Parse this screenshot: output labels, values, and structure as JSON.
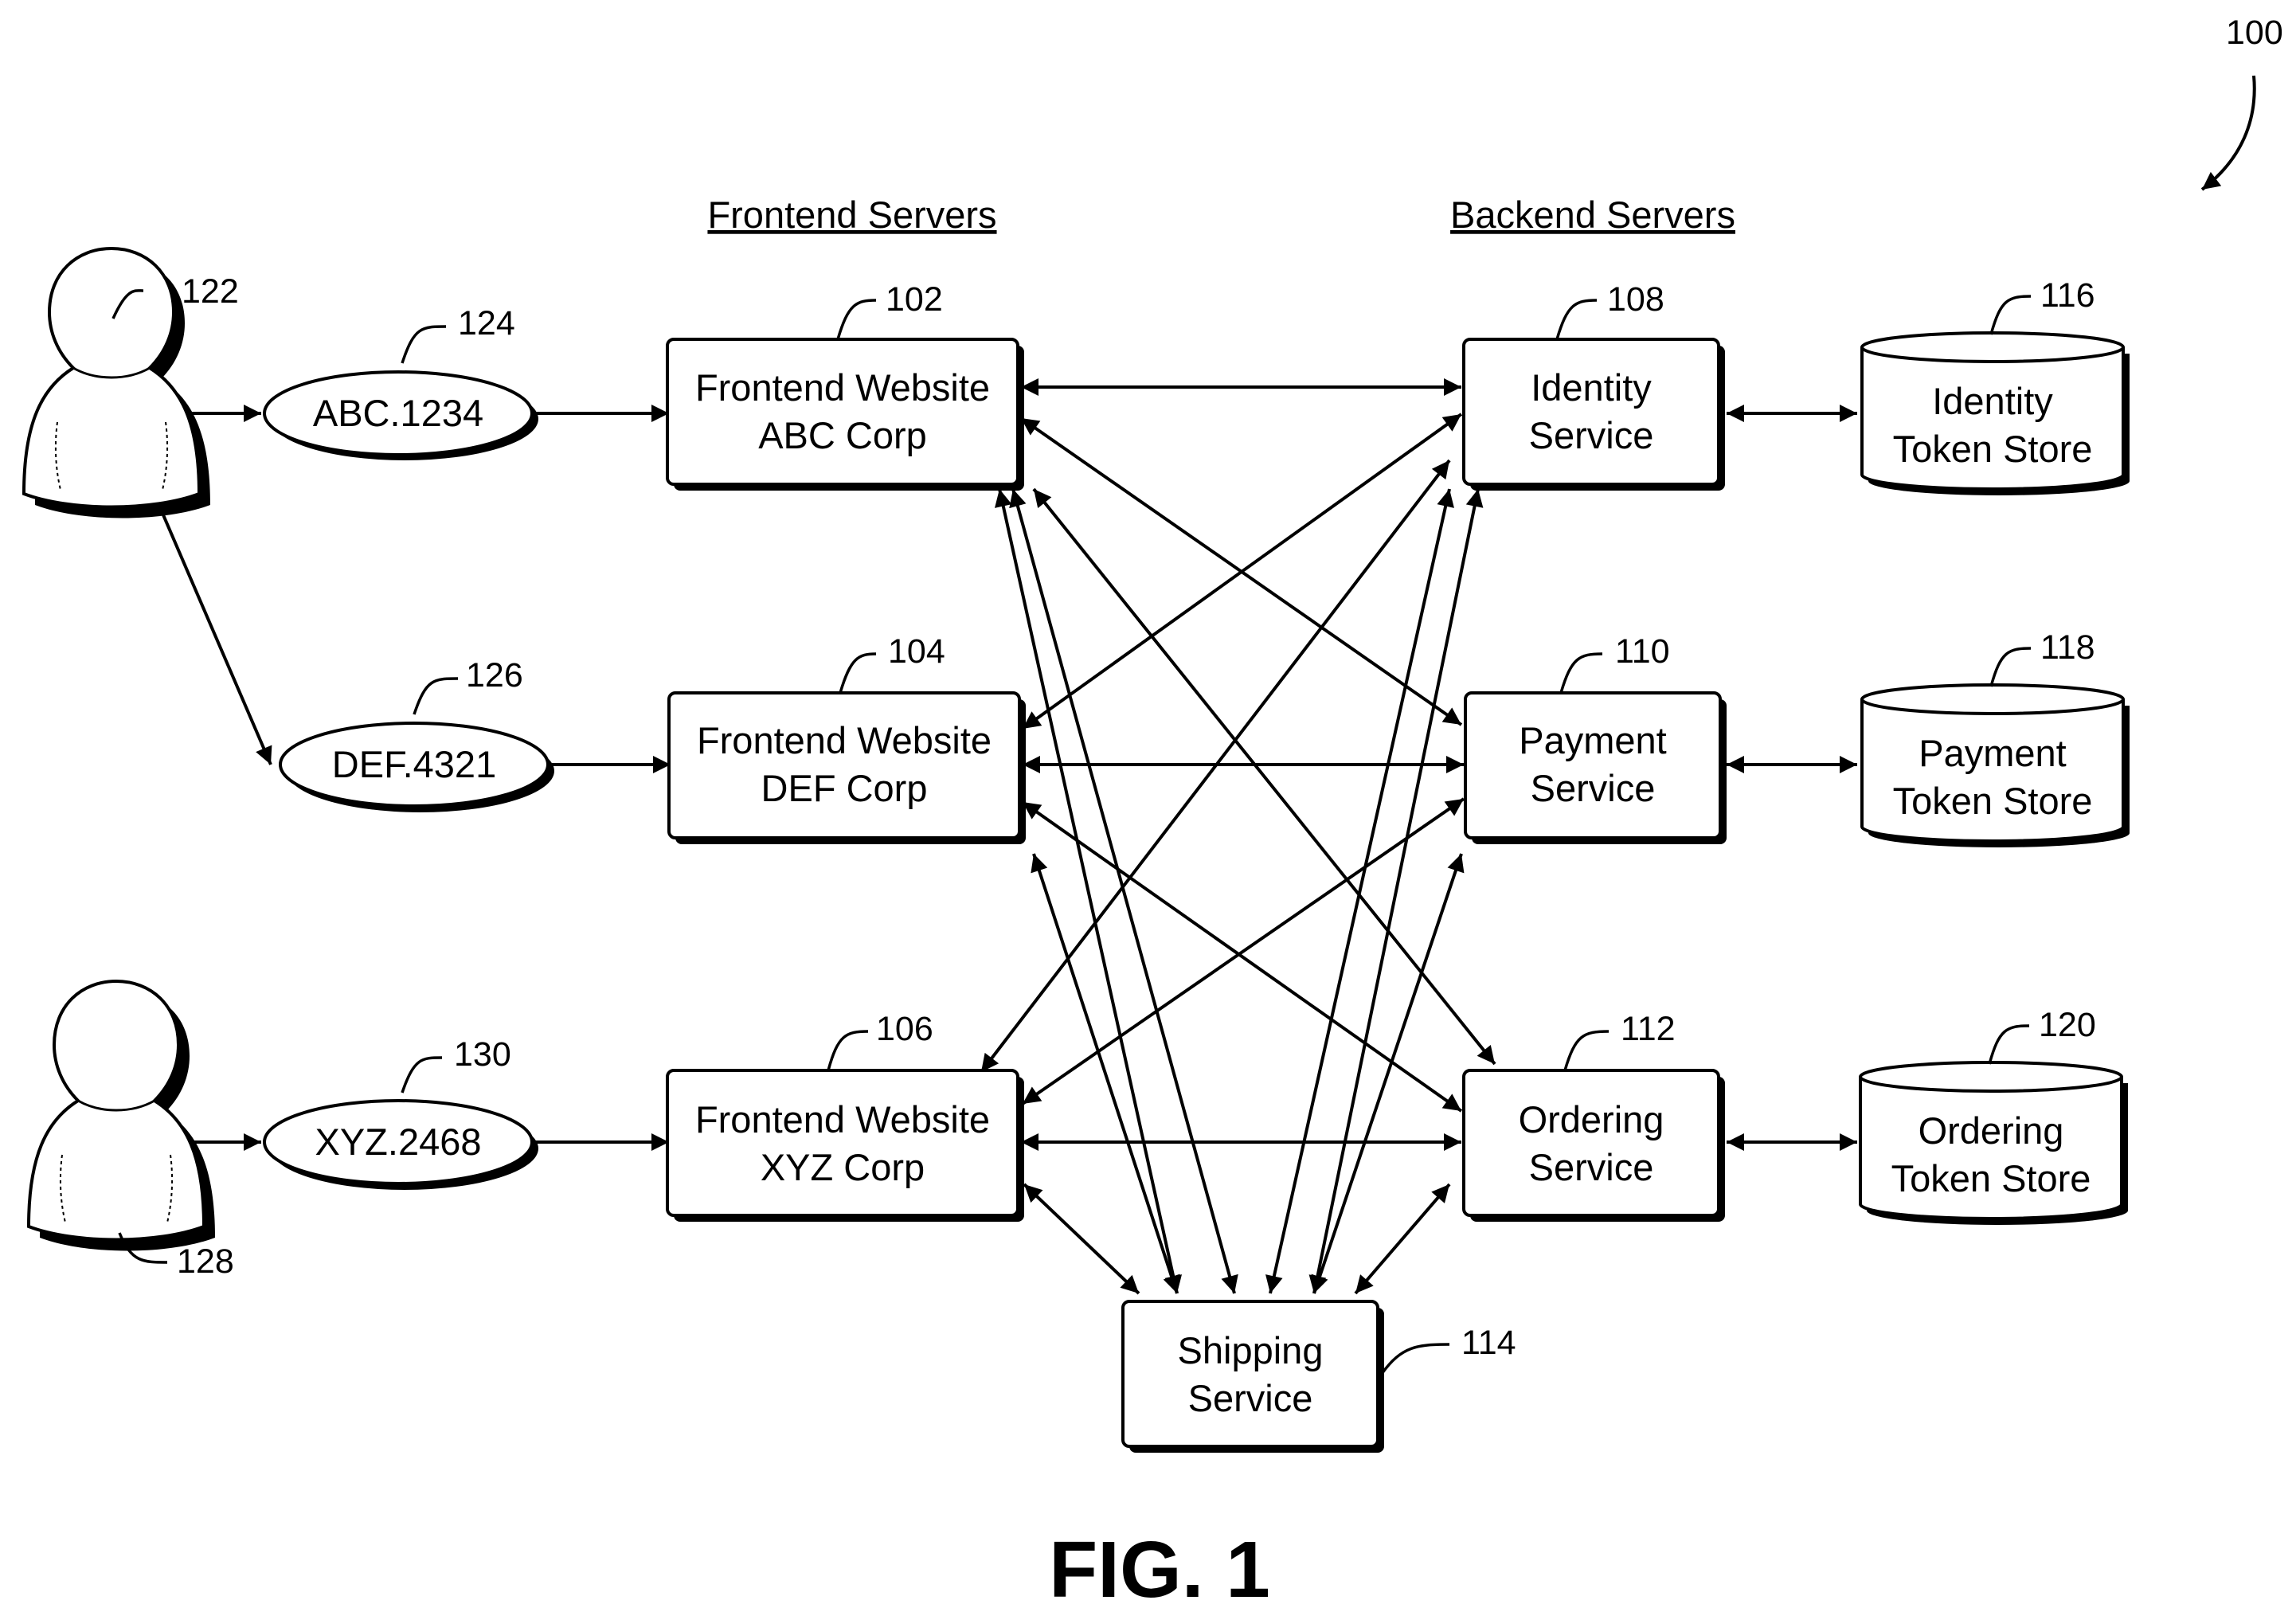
{
  "figure_ref": "100",
  "figure_caption": "FIG. 1",
  "headers": {
    "frontend": "Frontend Servers",
    "backend": "Backend Servers"
  },
  "users": [
    {
      "ref": "122"
    },
    {
      "ref": "128"
    }
  ],
  "tokens": [
    {
      "label": "ABC.1234",
      "ref": "124"
    },
    {
      "label": "DEF.4321",
      "ref": "126"
    },
    {
      "label": "XYZ.2468",
      "ref": "130"
    }
  ],
  "frontends": [
    {
      "line1": "Frontend Website",
      "line2": "ABC Corp",
      "ref": "102"
    },
    {
      "line1": "Frontend Website",
      "line2": "DEF Corp",
      "ref": "104"
    },
    {
      "line1": "Frontend Website",
      "line2": "XYZ Corp",
      "ref": "106"
    }
  ],
  "services": [
    {
      "line1": "Identity",
      "line2": "Service",
      "ref": "108"
    },
    {
      "line1": "Payment",
      "line2": "Service",
      "ref": "110"
    },
    {
      "line1": "Ordering",
      "line2": "Service",
      "ref": "112"
    }
  ],
  "shipping": {
    "line1": "Shipping",
    "line2": "Service",
    "ref": "114"
  },
  "stores": [
    {
      "line1": "Identity",
      "line2": "Token Store",
      "ref": "116"
    },
    {
      "line1": "Payment",
      "line2": "Token Store",
      "ref": "118"
    },
    {
      "line1": "Ordering",
      "line2": "Token Store",
      "ref": "120"
    }
  ]
}
